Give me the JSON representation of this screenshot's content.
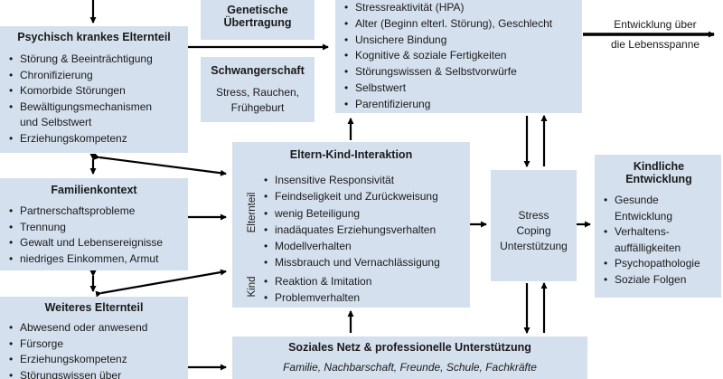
{
  "genetic": {
    "title_line1": "Genetische",
    "title_line2": "Übertragung"
  },
  "pregnancy": {
    "title": "Schwangerschaft",
    "line1": "Stress, Rauchen,",
    "line2": "Frühgeburt"
  },
  "sick_parent": {
    "title": "Psychisch krankes Elternteil",
    "items": [
      "Störung & Beeinträchtigung",
      "Chronifizierung",
      "Komorbide Störungen",
      "Bewältigungsmechanismen",
      "Erziehungskompetenz"
    ],
    "item4_cont": "und Selbstwert"
  },
  "child_factors": {
    "items": [
      "Stressreaktivität (HPA)",
      "Alter (Beginn elterl. Störung), Geschlecht",
      "Unsichere Bindung",
      "Kognitive & soziale Fertigkeiten",
      "Störungswissen & Selbstvorwürfe",
      "Selbstwert",
      "Parentifizierung"
    ]
  },
  "development_label": {
    "line1": "Entwicklung über",
    "line2": "die Lebensspanne"
  },
  "family": {
    "title": "Familienkontext",
    "items": [
      "Partnerschaftsprobleme",
      "Trennung",
      "Gewalt und Lebensereignisse",
      "niedriges Einkommen, Armut"
    ]
  },
  "interaction": {
    "title": "Eltern-Kind-Interaktion",
    "parent_label": "Elternteil",
    "child_label": "Kind",
    "parent_items": [
      "Insensitive Responsivität",
      "Feindseligkeit und Zurückweisung",
      "wenig Beteiligung",
      "inadäquates Erziehungsverhalten",
      "Modellverhalten",
      "Missbrauch und Vernachlässigung"
    ],
    "child_items": [
      "Reaktion & Imitation",
      "Problemverhalten"
    ]
  },
  "stress": {
    "line1": "Stress",
    "line2": "Coping",
    "line3": "Unterstützung"
  },
  "child_dev": {
    "title_line1": "Kindliche",
    "title_line2": "Entwicklung",
    "items": [
      "Gesunde",
      "Verhaltens-",
      "Psychopathologie",
      "Soziale Folgen"
    ],
    "item1_cont": "Entwicklung",
    "item2_cont": "auffälligkeiten"
  },
  "other_parent": {
    "title": "Weiteres Elternteil",
    "items": [
      "Abwesend oder anwesend",
      "Fürsorge",
      "Erziehungskompetenz",
      "Störungswissen über"
    ]
  },
  "social": {
    "title": "Soziales Netz & professionelle Unterstützung",
    "subtitle": "Familie, Nachbarschaft, Freunde, Schule, Fachkräfte"
  }
}
